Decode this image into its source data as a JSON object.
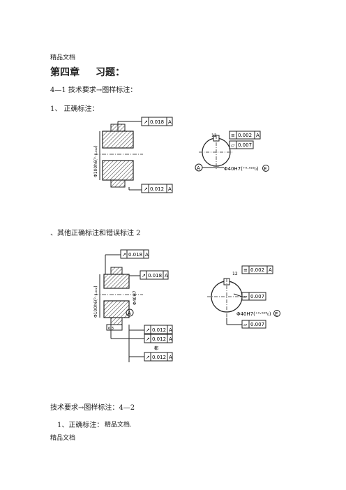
{
  "header": {
    "label": "精品文档"
  },
  "chapter": {
    "title": "第四章",
    "subtitle": "习题："
  },
  "section1": {
    "heading": "4—1 技术要求→图样标注：",
    "item1": "1、  正确标注："
  },
  "fig1": {
    "left": {
      "runout_top": "0.018",
      "datum_top": "A",
      "runout_bottom": "0.012",
      "datum_bottom": "A",
      "diameter": "Φ100h6(⁰₋₀.₀₂₂)"
    },
    "right": {
      "dim_12": "12",
      "sym_tol": "0.002",
      "sym_datum": "A",
      "flat_tol": "0.007",
      "datum_letter": "A",
      "bore": "Φ40H7(⁺⁰·⁰²⁵₀)",
      "env": "E"
    }
  },
  "section2": {
    "heading": "、其他正确标注和错误标注 2"
  },
  "fig2": {
    "left": {
      "runout_top": "0.018",
      "datum_top": "A",
      "runout_mid": "0.018",
      "datum_mid": "A",
      "runout_b1": "0.012",
      "datum_b1": "A",
      "runout_b2": "0.012",
      "datum_b2": "A",
      "runout_b3": "0.012",
      "datum_b3": "A",
      "diameter": "Φ100h6(⁰₋₀.₀₂₂)",
      "bore": "Φ40H7",
      "datum_letter": "A",
      "note": "6.3",
      "note2": "都"
    },
    "right": {
      "dim_12": "12",
      "sym_tol": "0.002",
      "sym_datum": "A",
      "flat_tol": "0.007",
      "bore": "Φ40H7(⁺⁰·⁰²⁵₀)",
      "env": "E",
      "flat_tol2": "0.007"
    }
  },
  "section3": {
    "heading": "技术要求→图样标注：4—2",
    "item1": "1、正确标注：",
    "item1_note": "精品文档."
  },
  "footer": {
    "label": "精品文档"
  }
}
